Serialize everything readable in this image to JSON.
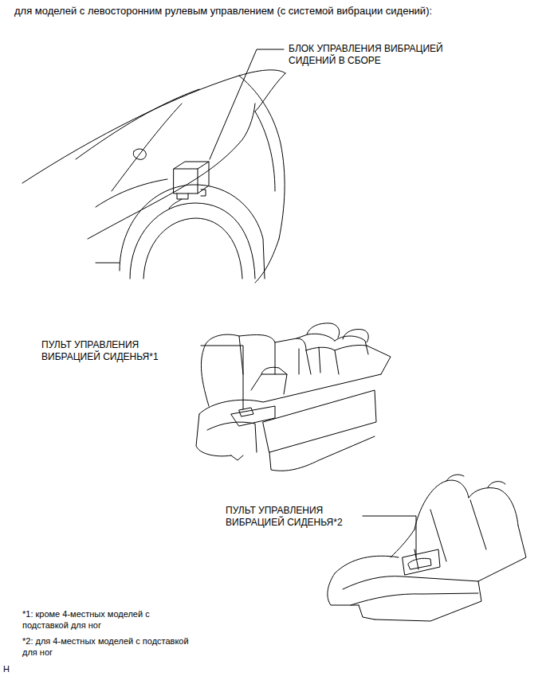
{
  "diagram": {
    "title": "для моделей с левосторонним рулевым управлением (с системой вибрации сидений):",
    "labels": [
      "БЛОК УПРАВЛЕНИЯ ВИБРАЦИЕЙ СИДЕНИЙ В СБОРЕ",
      "ПУЛЬТ УПРАВЛЕНИЯ ВИБРАЦИЕЙ СИДЕНЬЯ*1",
      "ПУЛЬТ УПРАВЛЕНИЯ ВИБРАЦИЕЙ СИДЕНЬЯ*2",
      "*1: кроме 4-местных моделей с подставкой для ног",
      "*2: для 4-местных моделей с подставкой для ног",
      "H"
    ]
  }
}
